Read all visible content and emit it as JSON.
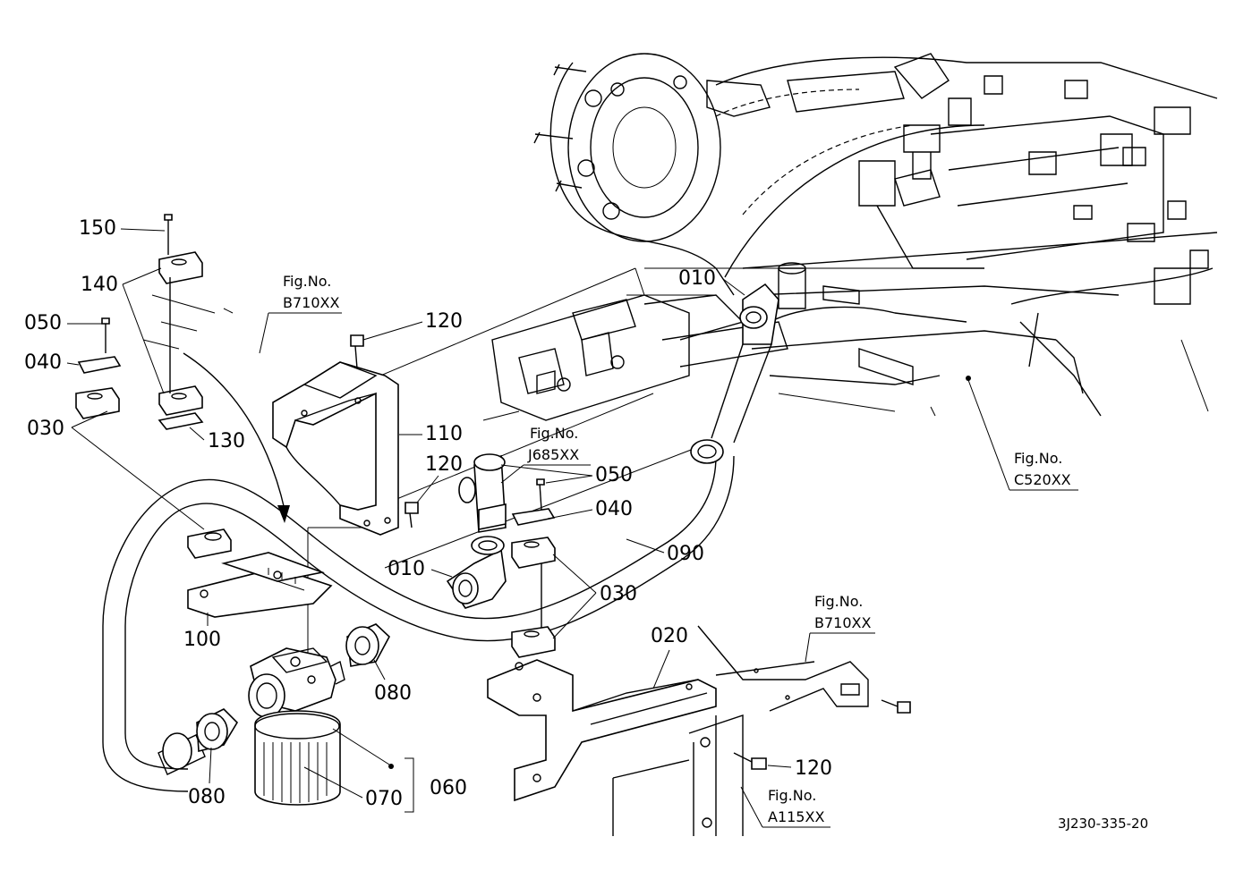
{
  "labels": {
    "p150": "150",
    "p140": "140",
    "p050a": "050",
    "p040a": "040",
    "p030a": "030",
    "p130": "130",
    "p120a": "120",
    "p110": "110",
    "p120b": "120",
    "p010a": "010",
    "p010b": "010",
    "p050b": "050",
    "p040b": "040",
    "p090": "090",
    "p030b": "030",
    "p100": "100",
    "p080a": "080",
    "p080b": "080",
    "p070": "070",
    "p060": "060",
    "p020": "020",
    "p120c": "120"
  },
  "fig_refs": {
    "b710_top_title": "Fig.No.",
    "b710_top_code": "B710XX",
    "j685_title": "Fig.No.",
    "j685_code": "J685XX",
    "c520_title": "Fig.No.",
    "c520_code": "C520XX",
    "b710_bottom_title": "Fig.No.",
    "b710_bottom_code": "B710XX",
    "a115_title": "Fig.No.",
    "a115_code": "A115XX"
  },
  "diagram_code": "3J230-335-20"
}
